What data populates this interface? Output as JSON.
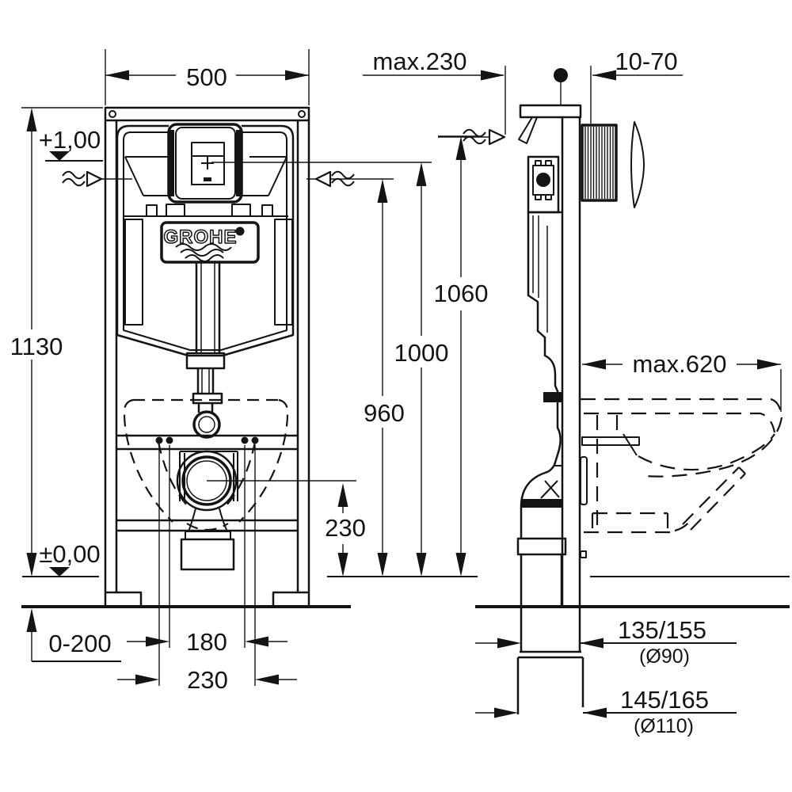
{
  "drawing": {
    "brand": "GROHE",
    "front": {
      "width": "500",
      "height": "1130",
      "level_plate": "+1,00",
      "level_floor": "±0,00",
      "foot_adjust": "0-200",
      "fixing_inner": "180",
      "fixing_outer": "230",
      "outlet_height": "230",
      "height_bracket": "1060",
      "height_plate": "1000",
      "height_supply": "960"
    },
    "side": {
      "depth_top": "max.230",
      "plate_depth": "10-70",
      "bowl_depth": "max.620",
      "outlet_offset_90": "135/155",
      "outlet_dia_90": "(Ø90)",
      "outlet_offset_110": "145/165",
      "outlet_dia_110": "(Ø110)"
    },
    "colors": {
      "ink": "#141414",
      "paper": "#ffffff"
    }
  }
}
